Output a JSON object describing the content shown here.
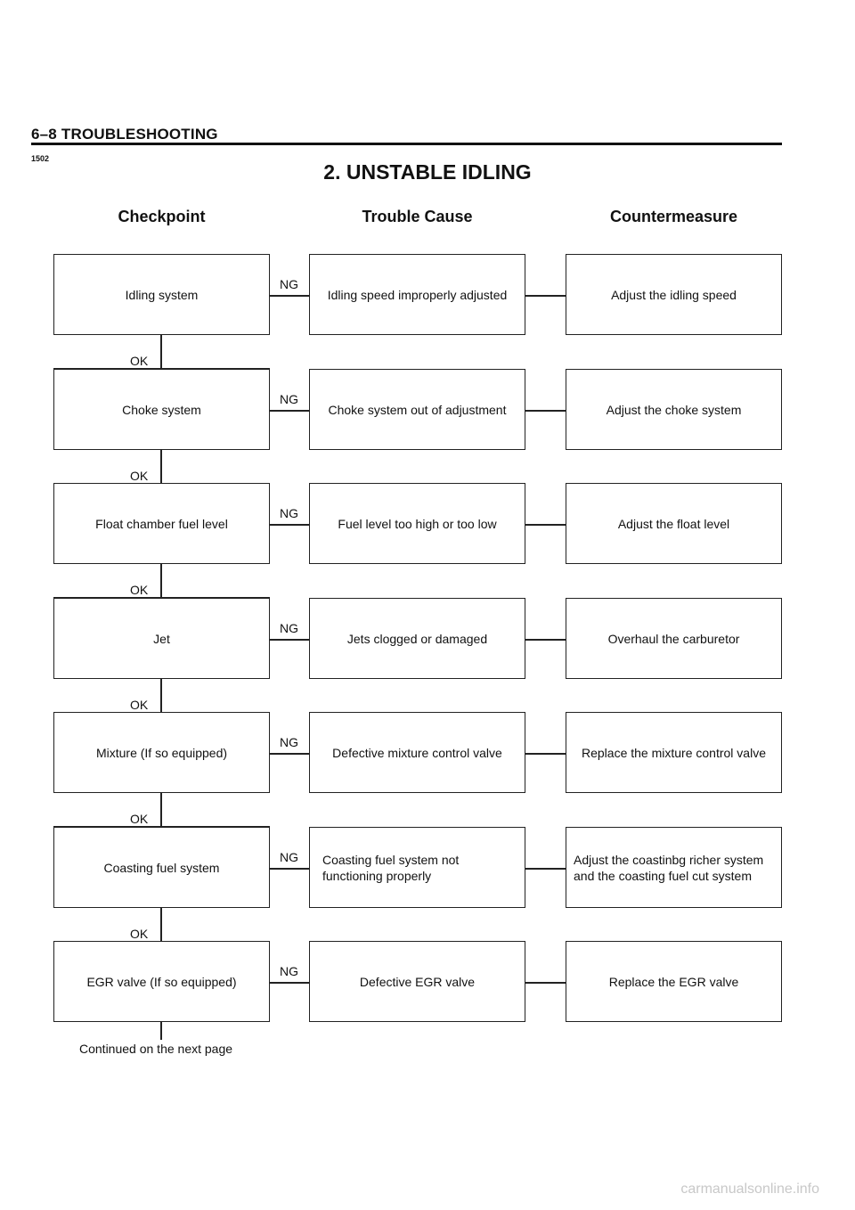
{
  "header": {
    "section": "6–8 TROUBLESHOOTING",
    "code": "1502",
    "title": "2.  UNSTABLE IDLING"
  },
  "columns": {
    "checkpoint": "Checkpoint",
    "cause": "Trouble Cause",
    "countermeasure": "Countermeasure"
  },
  "labels": {
    "ok": "OK",
    "ng": "NG"
  },
  "rows": [
    {
      "checkpoint": "Idling system",
      "cause": "Idling speed improperly adjusted",
      "countermeasure": "Adjust the idling speed"
    },
    {
      "checkpoint": "Choke system",
      "cause": "Choke system out of adjustment",
      "countermeasure": "Adjust the choke system"
    },
    {
      "checkpoint": "Float chamber fuel level",
      "cause": "Fuel level too high or too low",
      "countermeasure": "Adjust the float level"
    },
    {
      "checkpoint": "Jet",
      "cause": "Jets clogged or damaged",
      "countermeasure": "Overhaul the carburetor"
    },
    {
      "checkpoint": "Mixture (If so equipped)",
      "cause": "Defective mixture control valve",
      "countermeasure": "Replace the mixture control valve"
    },
    {
      "checkpoint": "Coasting fuel system",
      "cause": "Coasting fuel system not\nfunctioning properly",
      "countermeasure": "Adjust the coastinbg richer system\nand the coasting fuel cut system"
    },
    {
      "checkpoint": "EGR valve (If so equipped)",
      "cause": "Defective EGR valve",
      "countermeasure": "Replace the EGR valve"
    }
  ],
  "footer": "Continued on the next page",
  "watermark": "carmanualsonline.info"
}
